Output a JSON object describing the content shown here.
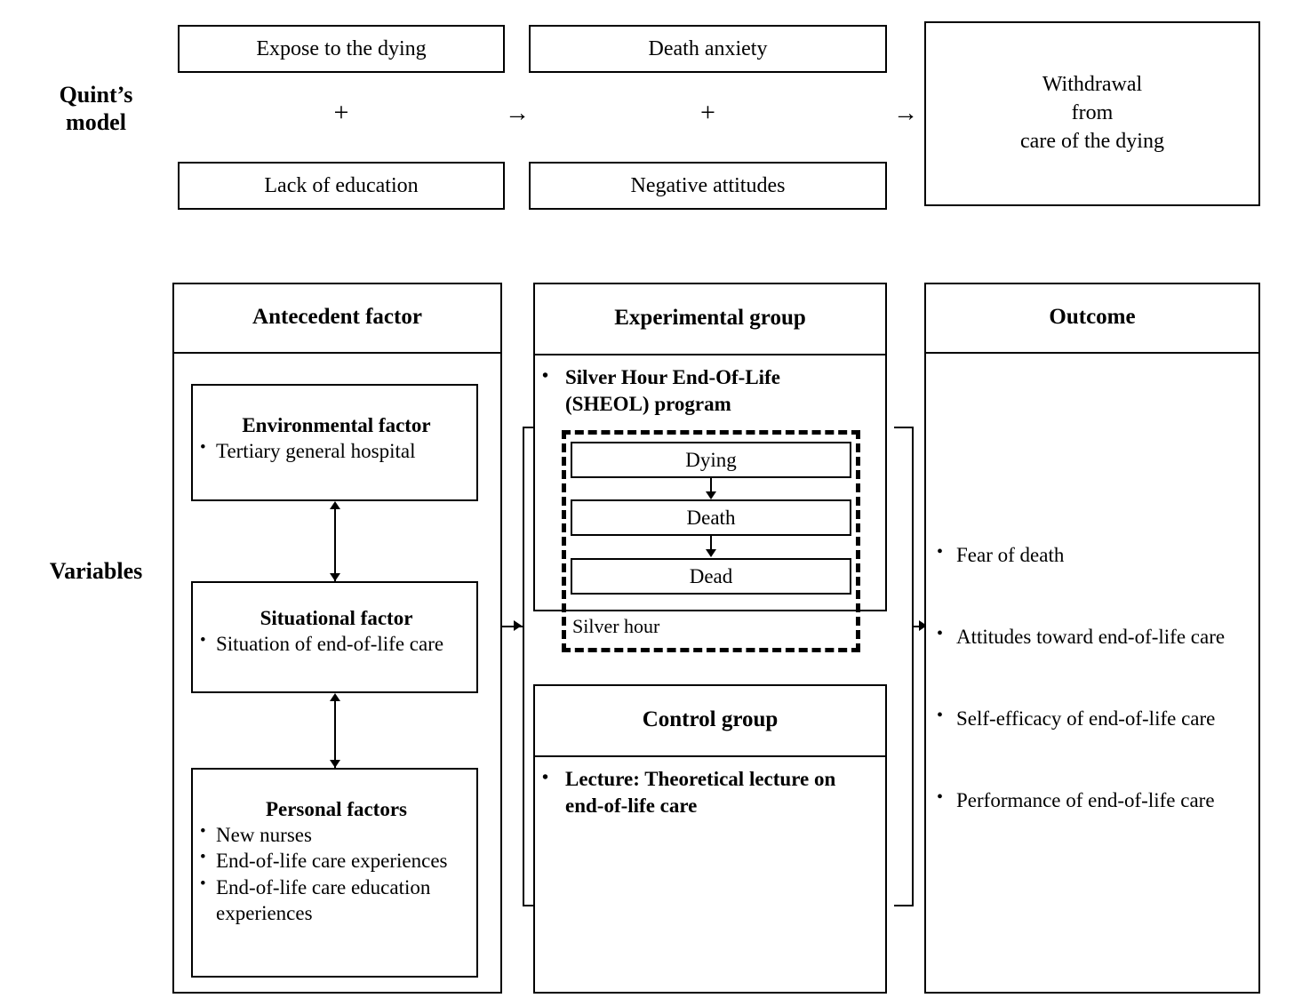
{
  "rows": {
    "quint_label": "Quint’s\nmodel",
    "variables_label": "Variables"
  },
  "quint_model": {
    "box_expose": "Expose to the dying",
    "box_lack": "Lack of education",
    "box_anxiety": "Death anxiety",
    "box_negative": "Negative attitudes",
    "box_withdrawal_line1": "Withdrawal",
    "box_withdrawal_line2": "from",
    "box_withdrawal_line3": "care of the dying",
    "plus_1": "+",
    "plus_2": "+",
    "arrow_1": "→",
    "arrow_2": "→"
  },
  "antecedent": {
    "header": "Antecedent factor",
    "environmental": {
      "title": "Environmental factor",
      "items": [
        "Tertiary general hospital"
      ]
    },
    "situational": {
      "title": "Situational factor",
      "items": [
        "Situation of end-of-life care"
      ]
    },
    "personal": {
      "title": "Personal factors",
      "items": [
        "New nurses",
        "End-of-life care experiences",
        "End-of-life care education experiences"
      ]
    }
  },
  "experimental": {
    "header": "Experimental group",
    "program_line1": "Silver Hour End-Of-Life",
    "program_line2": "(SHEOL) program",
    "steps": [
      "Dying",
      "Death",
      "Dead"
    ],
    "dashed_label": "Silver hour"
  },
  "control": {
    "header": "Control group",
    "lecture_line1": "Lecture: Theoretical lecture on",
    "lecture_line2": "end-of-life care"
  },
  "outcome": {
    "header": "Outcome",
    "items": [
      "Fear of death",
      "Attitudes toward end-of-life care",
      "Self-efficacy of end-of-life care",
      "Performance of end-of-life care"
    ]
  },
  "colors": {
    "stroke": "#000000",
    "background": "#ffffff"
  }
}
